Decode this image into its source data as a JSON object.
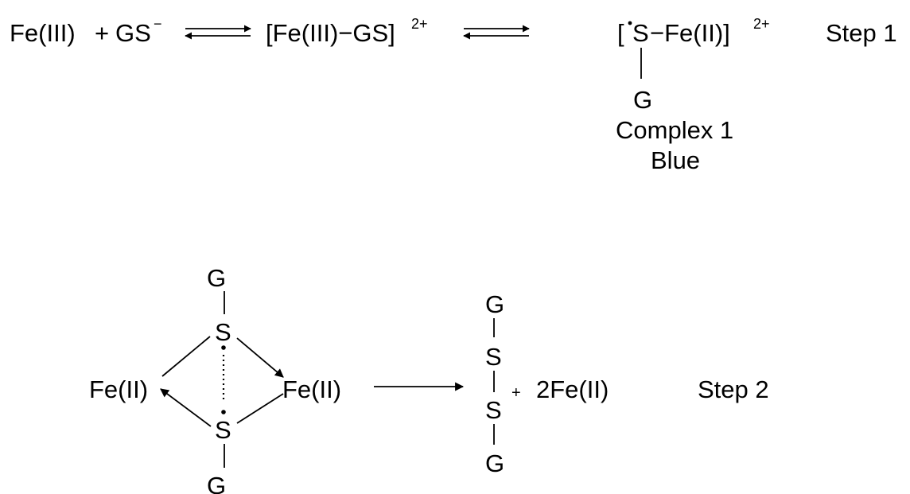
{
  "step1": {
    "reactant_fe": "Fe(III)",
    "plus": "+",
    "reactant_gs": "GS",
    "reactant_gs_charge": "−",
    "intermediate": "[Fe(III)−GS]",
    "intermediate_charge": "2+",
    "product_open_bracket": "[",
    "product_radical_s": "S",
    "product_rest": "−Fe(II)]",
    "product_charge": "2+",
    "product_substituent": "G",
    "complex_name": "Complex 1",
    "complex_color": "Blue",
    "label": "Step 1"
  },
  "step2": {
    "bridge_top_g": "G",
    "bridge_top_s": "S",
    "bridge_bottom_s": "S",
    "bridge_bottom_g": "G",
    "bridge_left_fe": "Fe(II)",
    "bridge_right_fe": "Fe(II)",
    "disulfide_top_g": "G",
    "disulfide_top_s": "S",
    "disulfide_bottom_s": "S",
    "disulfide_bottom_g": "G",
    "plus": "+",
    "product_fe": "2Fe(II)",
    "label": "Step 2"
  }
}
